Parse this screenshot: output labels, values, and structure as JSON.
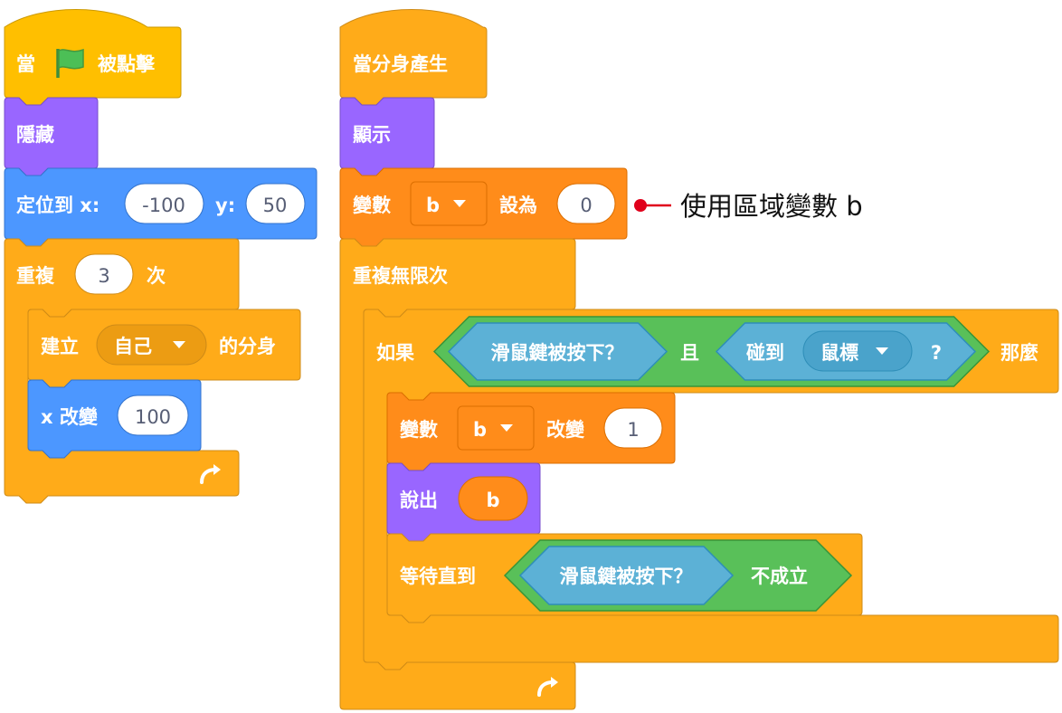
{
  "green_flag_script": {
    "when": "當",
    "flag_icon": "green-flag-icon",
    "clicked": "被點擊",
    "hide": "隱藏",
    "goto_label": "定位到 x:",
    "goto_x": "-100",
    "goto_y_label": "y:",
    "goto_y": "50",
    "repeat_label": "重複",
    "repeat_count": "3",
    "repeat_times": "次",
    "create_clone": "建立",
    "clone_target": "自己",
    "clone_suffix": "的分身",
    "change_x_label": "x 改變",
    "change_x_value": "100"
  },
  "clone_script": {
    "hat": "當分身產生",
    "show": "顯示",
    "set_var_label": "變數",
    "set_var_name": "b",
    "set_to": "設為",
    "set_value": "0",
    "forever": "重複無限次",
    "if_label": "如果",
    "mouse_down": "滑鼠鍵被按下？",
    "and": "且",
    "touching": "碰到",
    "touching_target": "鼠標",
    "question": "?",
    "then": "那麼",
    "change_var_label": "變數",
    "change_var_name": "b",
    "change_by": "改變",
    "change_value": "1",
    "say": "說出",
    "say_value": "b",
    "wait_until": "等待直到",
    "wait_mouse_down": "滑鼠鍵被按下？",
    "not_suffix": "不成立"
  },
  "annotation": {
    "text": "使用區域變數 b",
    "color": "#E0001B"
  },
  "colors": {
    "events": "#FFBF00",
    "looks": "#9966FF",
    "motion": "#4C97FF",
    "control": "#FFAB19",
    "variables": "#FF8C1A",
    "sensing": "#5CB1D6",
    "operators": "#59C059"
  }
}
